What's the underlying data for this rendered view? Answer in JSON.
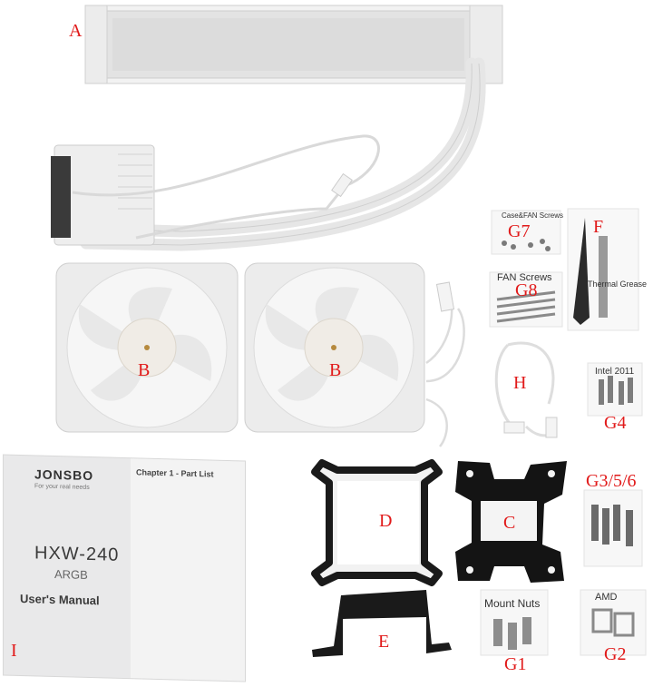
{
  "labels": {
    "A": "A",
    "B1": "B",
    "B2": "B",
    "C": "C",
    "D": "D",
    "E": "E",
    "F": "F",
    "G1": "G1",
    "G2": "G2",
    "G3": "G3/5/6",
    "G4": "G4",
    "G7": "G7",
    "G8": "G8",
    "H": "H",
    "I": "I"
  },
  "bag_texts": {
    "g7": "Case&FAN Screws",
    "g8": "FAN Screws",
    "g4": "Intel 2011",
    "g1": "Mount Nuts",
    "g2": "AMD",
    "thermal": "Thermal Grease"
  },
  "manual": {
    "brand": "JONSBO",
    "tagline": "For your real needs",
    "chapter": "Chapter 1 - Part List",
    "model": "HXW-240",
    "variant": "ARGB",
    "title": "User's Manual"
  },
  "colors": {
    "label_red": "#e11a1a",
    "hardware_white": "#f4f4f4",
    "bracket_black": "#1a1a1a"
  }
}
